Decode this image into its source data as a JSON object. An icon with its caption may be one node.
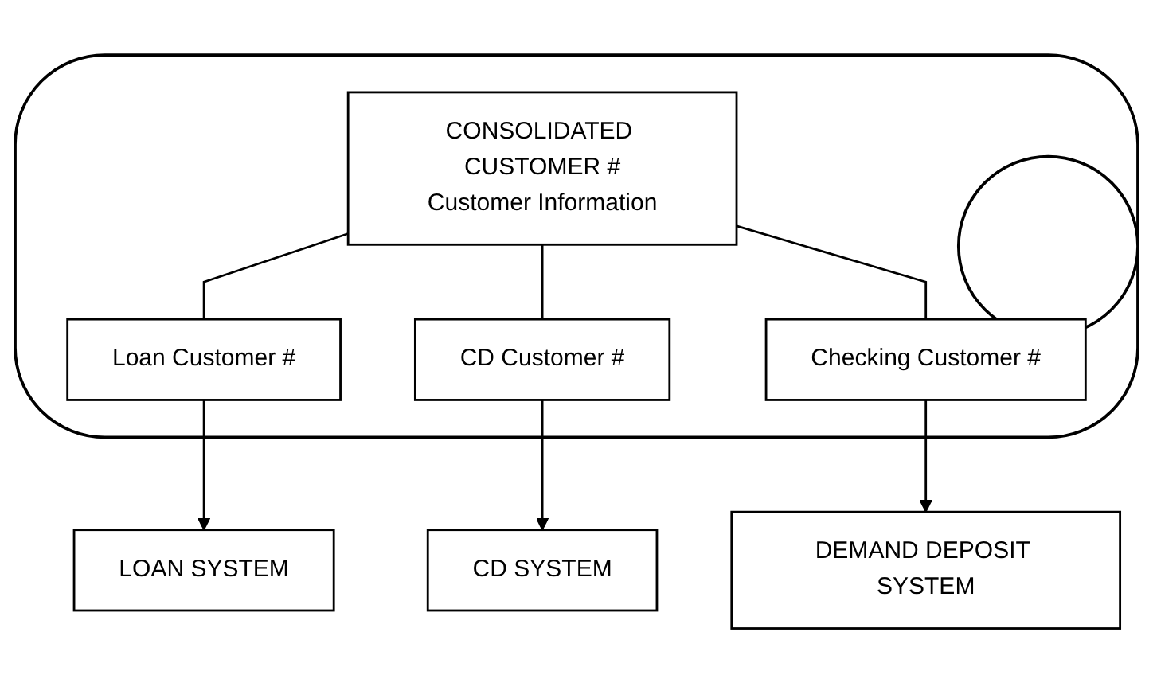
{
  "diagram": {
    "nodes": [
      {
        "text": [],
        "shape": "cylinder"
      },
      {
        "text": [
          "CONSOLIDATED CUSTOMER #",
          "Customer Information"
        ],
        "in": 0
      },
      {
        "text": [
          "Loan Customer #"
        ],
        "in": 0
      },
      {
        "text": [
          "CD Customer #"
        ],
        "in": 0
      },
      {
        "text": [
          "Checking Customer #"
        ],
        "in": 0
      },
      {
        "text": [
          "LOAN SYSTEM"
        ]
      },
      {
        "text": [
          "CD SYSTEM"
        ]
      },
      {
        "text": [
          "DEMAND DEPOSIT SYSTEM"
        ]
      }
    ],
    "edges": [
      {
        "from": 1,
        "to": 2,
        "arrow": "none"
      },
      {
        "from": 1,
        "to": 3,
        "arrow": "none"
      },
      {
        "from": 1,
        "to": 4,
        "arrow": "none"
      },
      {
        "from": 2,
        "to": 5,
        "arrow": "to"
      },
      {
        "from": 3,
        "to": 6,
        "arrow": "to"
      },
      {
        "from": 4,
        "to": 7,
        "arrow": "to"
      }
    ]
  }
}
